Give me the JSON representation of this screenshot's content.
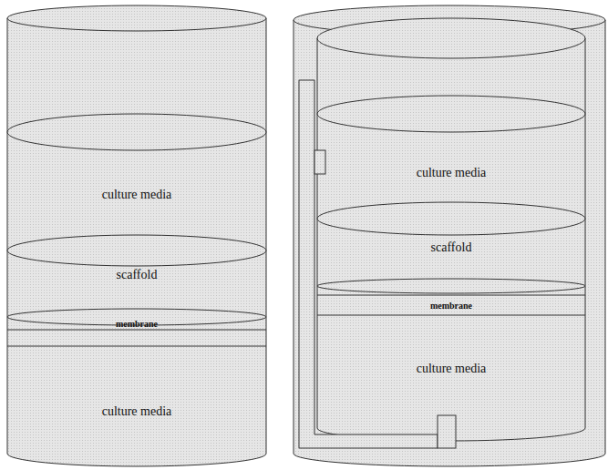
{
  "diagram": {
    "labels": [
      "culture media",
      "scaffold",
      "membrane",
      "culture media",
      "culture media",
      "scaffold",
      "membrane",
      "culture media"
    ]
  }
}
